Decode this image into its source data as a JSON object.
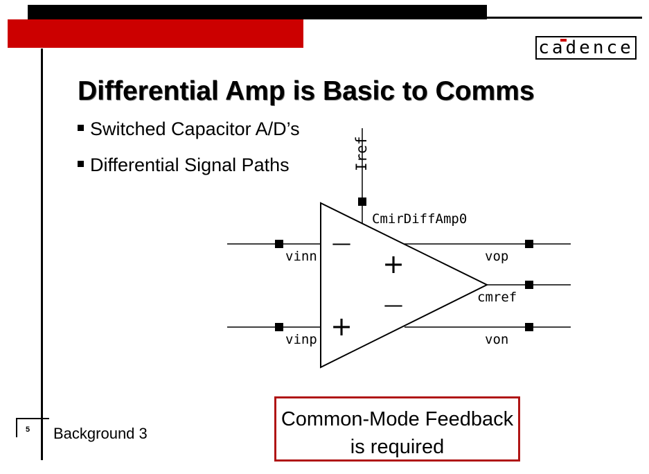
{
  "logo": {
    "text": "cadence"
  },
  "slide": {
    "title": "Differential Amp is Basic to Comms",
    "bullets": [
      "Switched Capacitor A/D’s",
      "Differential Signal Paths"
    ]
  },
  "diagram": {
    "component_name": "CmirDiffAmp0",
    "iref_label": "Iref",
    "pins": {
      "vinn": "vinn",
      "vinp": "vinp",
      "vop": "vop",
      "von": "von",
      "cmref": "cmref"
    },
    "input_signs": {
      "top": "—",
      "bottom": "+"
    },
    "output_signs": {
      "top": "+",
      "bottom": "—"
    }
  },
  "callout": {
    "line1": "Common-Mode Feedback",
    "line2": "is required"
  },
  "footer": {
    "page_number": "5",
    "section": "Background 3"
  },
  "colors": {
    "accent_red": "#cc0000",
    "callout_border": "#b01515"
  }
}
